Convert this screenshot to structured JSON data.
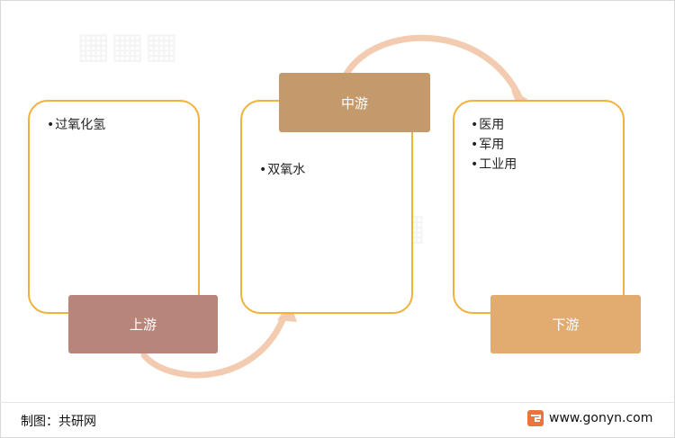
{
  "stages": {
    "upstream": {
      "label": "上游",
      "items": [
        "过氧化氢"
      ]
    },
    "midstream": {
      "label": "中游",
      "items": [
        "双氧水"
      ]
    },
    "downstream": {
      "label": "下游",
      "items": [
        "医用",
        "军用",
        "工业用"
      ]
    }
  },
  "footer": {
    "source": "制图：共研网",
    "website": "www.gonyn.com"
  },
  "colors": {
    "card_border": "#f0b23a",
    "upstream_label": "#b8857a",
    "midstream_label": "#c49a6c",
    "downstream_label": "#e2ab6f",
    "arc": "#f3cbb0"
  }
}
